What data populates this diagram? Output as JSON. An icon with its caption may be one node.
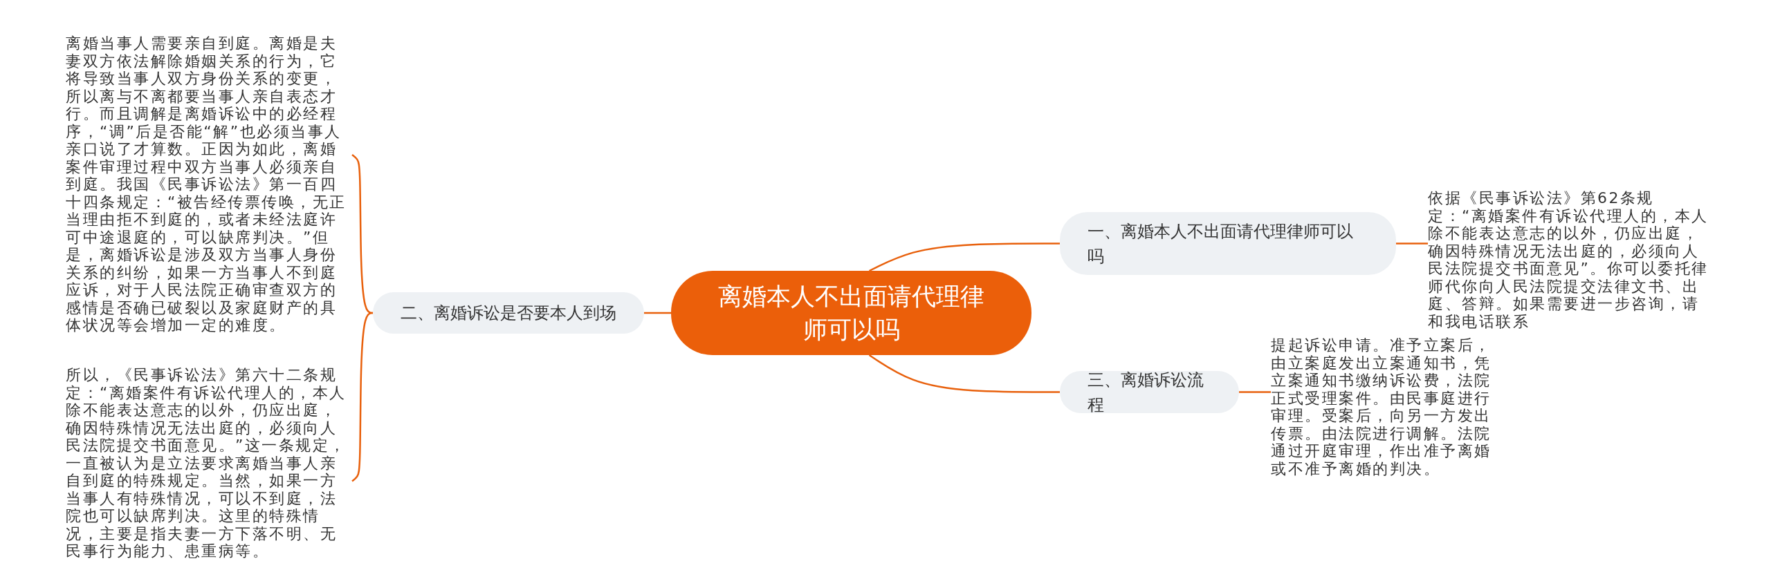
{
  "diagram": {
    "nodes": [
      {
        "text": [
          "离婚本人不出面请代理律师可以吗"
        ]
      },
      {
        "text": [
          "一、离婚本人不出面请代理律师可以吗"
        ]
      },
      {
        "text": [
          "依据《民事诉讼法》第62条规定：“离婚案件有诉讼代理人的，本人除不能表达意志的以外，仍应出庭，确因特殊情况无法出庭的，必须向人民法院提交书面意见”。你可以委托律师代你向人民法院提交法律文书、出庭、答辩。如果需要进一步咨询，请和我电话联系"
        ]
      },
      {
        "text": [
          "二、离婚诉讼是否要本人到场"
        ]
      },
      {
        "text": [
          "离婚当事人需要亲自到庭。离婚是夫妻双方依法解除婚姻关系的行为，它将导致当事人双方身份关系的变更，所以离与不离都要当事人亲自表态才行。而且调解是离婚诉讼中的必经程序，“调”后是否能“解”也必须当事人亲口说了才算数。正因为如此，离婚案件审理过程中双方当事人必须亲自到庭。我国《民事诉讼法》第一百四十四条规定：“被告经传票传唤，无正当理由拒不到庭的，或者未经法庭许可中途退庭的，可以缺席判决。”但是，离婚诉讼是涉及双方当事人身份关系的纠纷，如果一方当事人不到庭应诉，对于人民法院正确审查双方的感情是否确已破裂以及家庭财产的具体状况等会增加一定的难度。"
        ]
      },
      {
        "text": [
          "所以，《民事诉讼法》第六十二条规定：“离婚案件有诉讼代理人的，本人除不能表达意志的以外，仍应出庭，确因特殊情况无法出庭的，必须向人民法院提交书面意见。”这一条规定，一直被认为是立法要求离婚当事人亲自到庭的特殊规定。当然，如果一方当事人有特殊情况，可以不到庭，法院也可以缺席判决。这里的特殊情况，主要是指夫妻一方下落不明、无民事行为能力、患重病等。"
        ]
      },
      {
        "text": [
          "三、离婚诉讼流程"
        ]
      },
      {
        "text": [
          "提起诉讼申请。准予立案后，由立案庭发出立案通知书，凭立案通知书缴纳诉讼费，法院正式受理案件。由民事庭进行审理。受案后，向另一方发出传票。由法院进行调解。法院通过开庭审理，作出准予离婚或不准予离婚的判决。"
        ]
      }
    ],
    "edges": [
      {
        "from": 0,
        "to": 1,
        "arrow": "none"
      },
      {
        "from": 1,
        "to": 2,
        "arrow": "none"
      },
      {
        "from": 0,
        "to": 3,
        "arrow": "none"
      },
      {
        "from": 3,
        "to": 4,
        "arrow": "none"
      },
      {
        "from": 3,
        "to": 5,
        "arrow": "none"
      },
      {
        "from": 0,
        "to": 6,
        "arrow": "none"
      },
      {
        "from": 6,
        "to": 7,
        "arrow": "none"
      }
    ]
  }
}
